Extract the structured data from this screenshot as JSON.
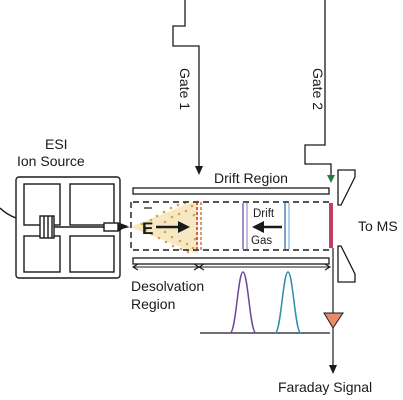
{
  "labels": {
    "esi_line1": "ESI",
    "esi_line2": "Ion Source",
    "gate1": "Gate 1",
    "gate2": "Gate 2",
    "drift_region": "Drift Region",
    "to_ms": "To MS",
    "drift_gas_line1": "Drift",
    "drift_gas_line2": "Gas",
    "field_label": "E",
    "desolvation_line1": "Desolvation",
    "desolvation_line2": "Region",
    "faraday_signal": "Faraday Signal"
  },
  "colors": {
    "line": "#1a1a1a",
    "gate1_grid": "#b03030",
    "ion_spray": "#d9a441",
    "drift_grid_a": "#7a5fb0",
    "drift_grid_b": "#3c7fb8",
    "peak_1": "#6a4a9a",
    "peak_2": "#2f8fa8",
    "exit_grid": "#c04060",
    "detector": "#e88a6a"
  }
}
